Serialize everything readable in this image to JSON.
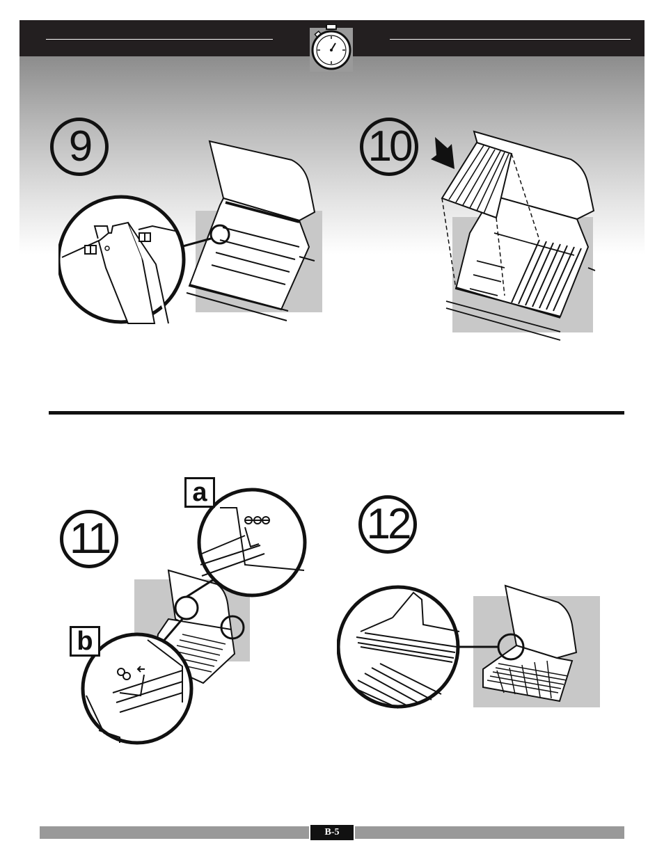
{
  "steps": [
    {
      "number": "9"
    },
    {
      "number": "10"
    },
    {
      "number": "11",
      "detail_labels": [
        "a",
        "b"
      ]
    },
    {
      "number": "12"
    }
  ],
  "header": {
    "icon": "stopwatch-icon"
  },
  "footer": {
    "page_number": "B-5"
  },
  "colors": {
    "header": "#231f20",
    "highlight_panel": "#c8c8c8",
    "footer_bar": "#999999"
  }
}
